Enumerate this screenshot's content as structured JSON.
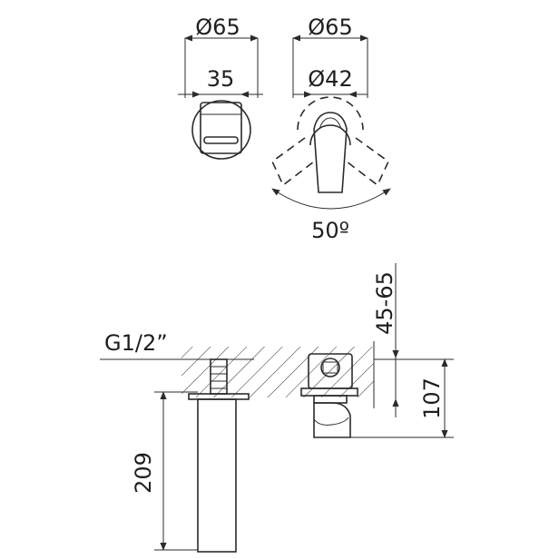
{
  "dimensions": {
    "left_view": {
      "outer_diameter": "Ø65",
      "width": "35"
    },
    "right_view": {
      "outer_diameter": "Ø65",
      "inner_diameter": "Ø42",
      "rotation_angle": "50º"
    },
    "side_view": {
      "thread": "G1/2”",
      "wall_depth_range": "45-65",
      "height": "107",
      "spout_length": "209"
    }
  },
  "colors": {
    "line": "#2b2b2b",
    "text": "#1f1f1f",
    "background": "#ffffff"
  }
}
